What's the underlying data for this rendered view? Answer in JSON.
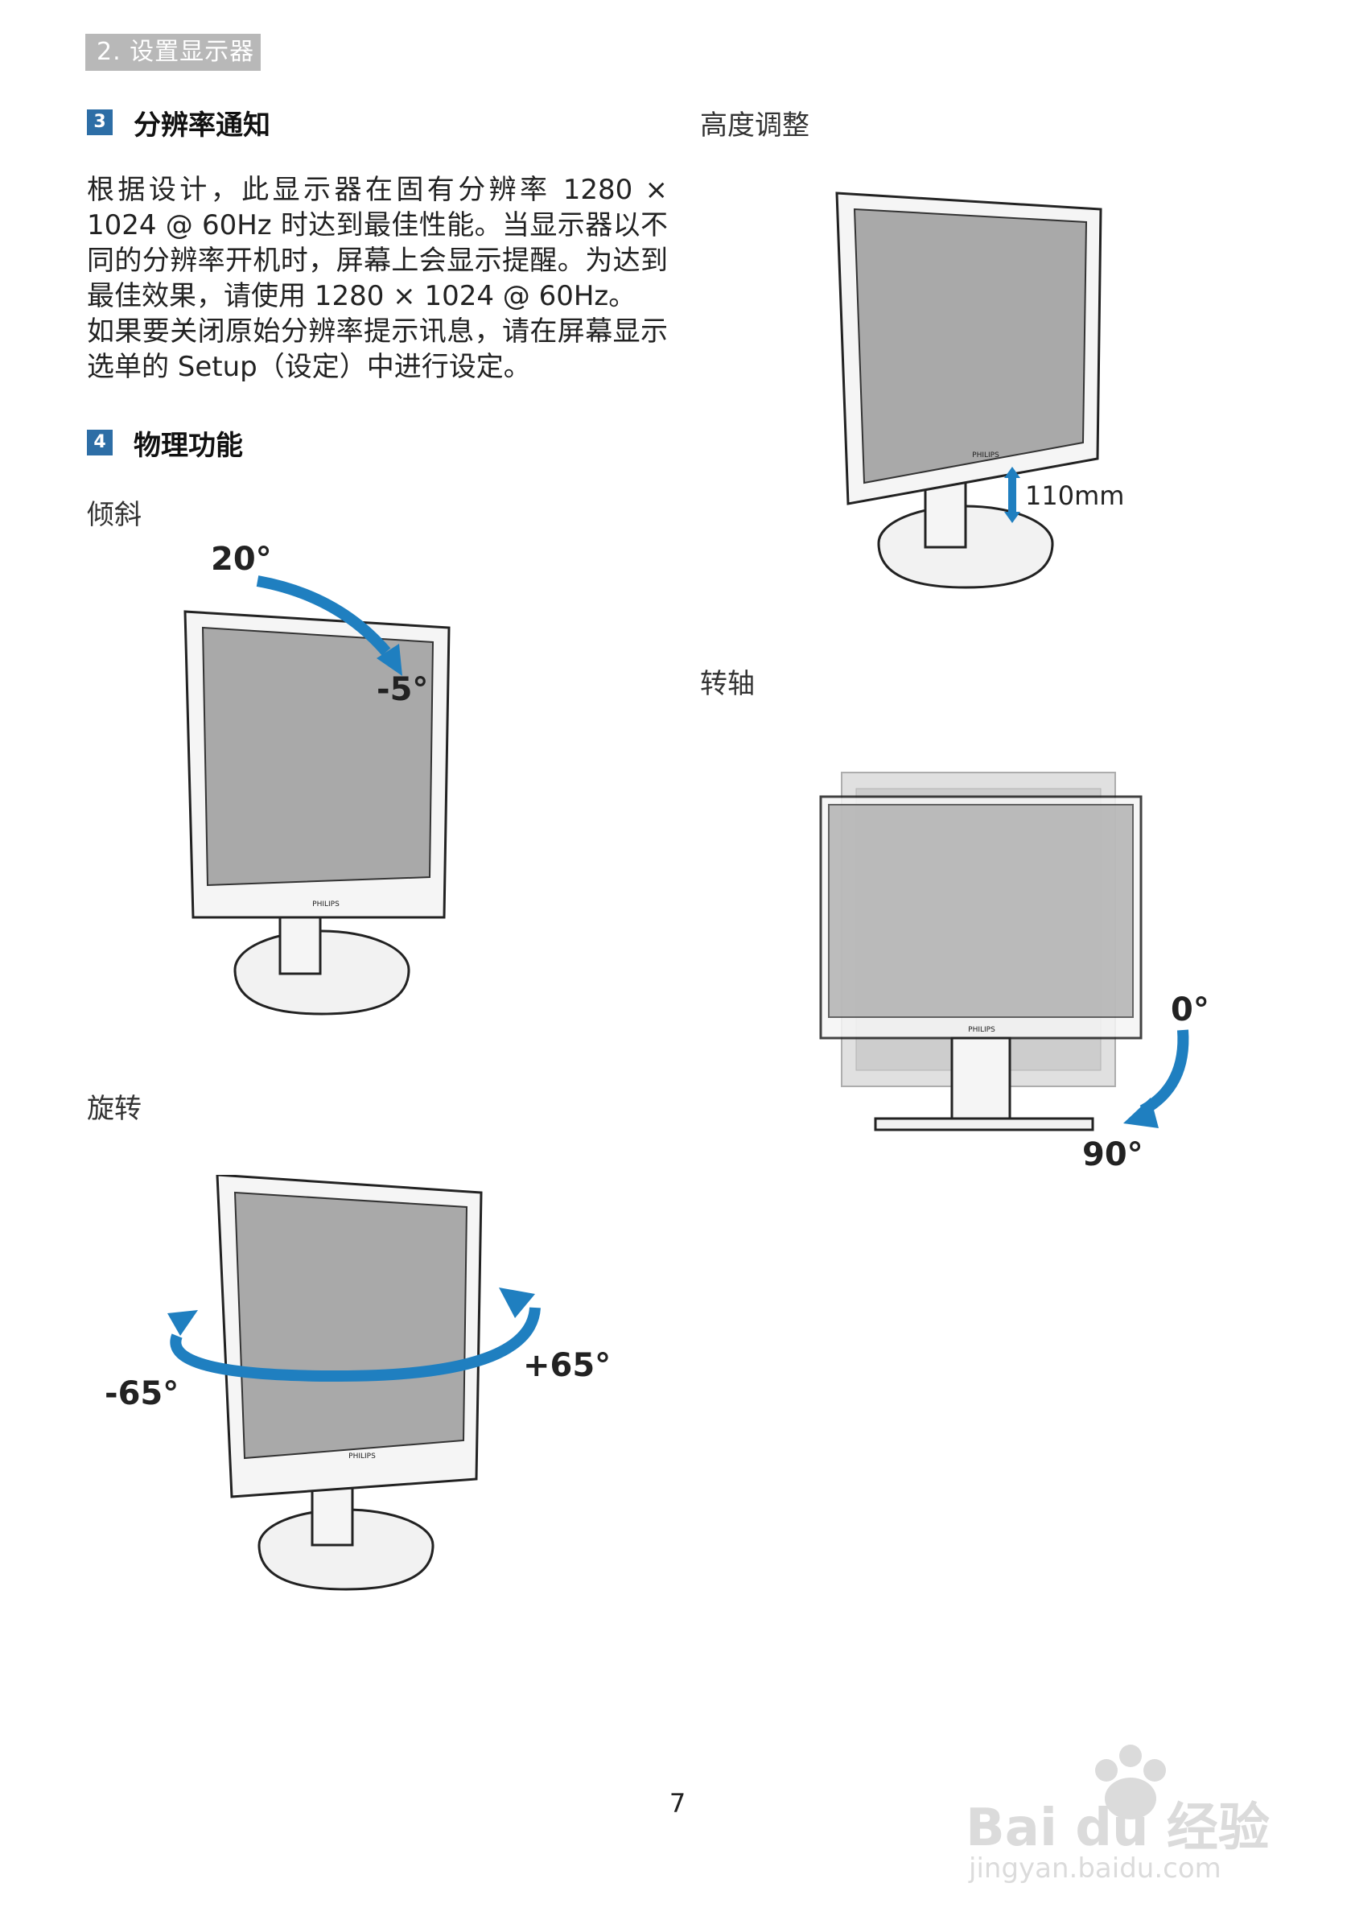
{
  "header": {
    "chapter": "2. 设置显示器"
  },
  "section3": {
    "number": "3",
    "title": "分辨率通知",
    "paragraph1": "根据设计，此显示器在固有分辨率 1280 × 1024 @ 60Hz 时达到最佳性能。当显示器以不同的分辨率开机时，屏幕上会显示提醒。为达到最佳效果，请使用 1280 × 1024 @ 60Hz。",
    "paragraph2": "如果要关闭原始分辨率提示讯息，请在屏幕显示选单的 Setup（设定）中进行设定。"
  },
  "section4": {
    "number": "4",
    "title": "物理功能"
  },
  "tilt": {
    "label": "倾斜",
    "angle_back": "20°",
    "angle_forward": "-5°"
  },
  "swivel": {
    "label": "旋转",
    "angle_left": "-65°",
    "angle_right": "+65°"
  },
  "height": {
    "label": "高度调整",
    "range": "110mm"
  },
  "pivot": {
    "label": "转轴",
    "angle_start": "0°",
    "angle_end": "90°"
  },
  "brand": {
    "logo": "PHILIPS"
  },
  "footer": {
    "page_number": "7"
  },
  "watermark": {
    "brand": "Bai du 经验",
    "url": "jingyan.baidu.com"
  },
  "colors": {
    "accent": "#2d6ea6",
    "arrow": "#1f7fc0",
    "screen": "#a9a9a9",
    "tab": "#b8b8b8"
  }
}
